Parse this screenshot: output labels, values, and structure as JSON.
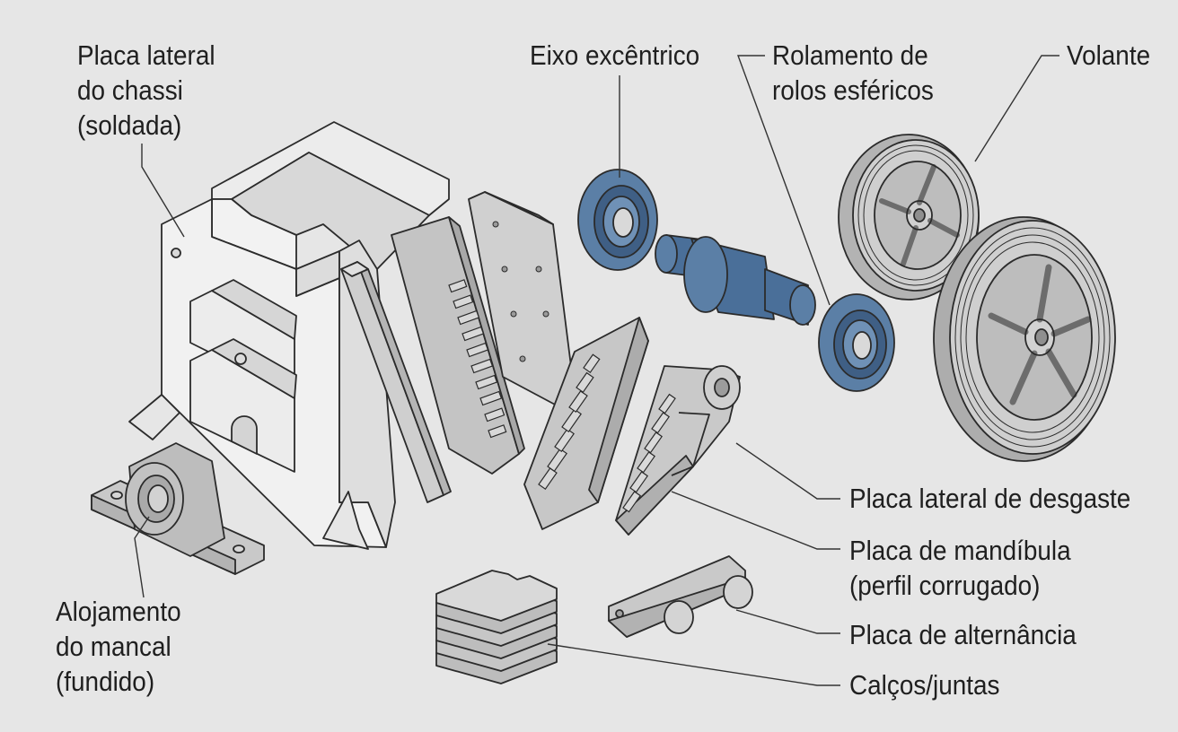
{
  "labels": {
    "side_plate": [
      "Placa lateral",
      "do chassi",
      "(soldada)"
    ],
    "eccentric_shaft": "Eixo excêntrico",
    "bearing": [
      "Rolamento de",
      "rolos esféricos"
    ],
    "flywheel": "Volante",
    "wear_plate": "Placa lateral de desgaste",
    "jaw_plate": [
      "Placa de mandíbula",
      "(perfil corrugado)"
    ],
    "toggle_plate": "Placa de alternância",
    "shims": "Calços/juntas",
    "bearing_housing": [
      "Alojamento",
      "do mancal",
      "(fundido)"
    ]
  },
  "colors": {
    "background": "#e6e6e6",
    "metal_light": "#d9d9d9",
    "metal_mid": "#b8b8b8",
    "metal_dark": "#9a9a9a",
    "bearing_blue": "#5b7fa6",
    "shaft_blue": "#4a6f99",
    "outline": "#2b2b2b"
  }
}
